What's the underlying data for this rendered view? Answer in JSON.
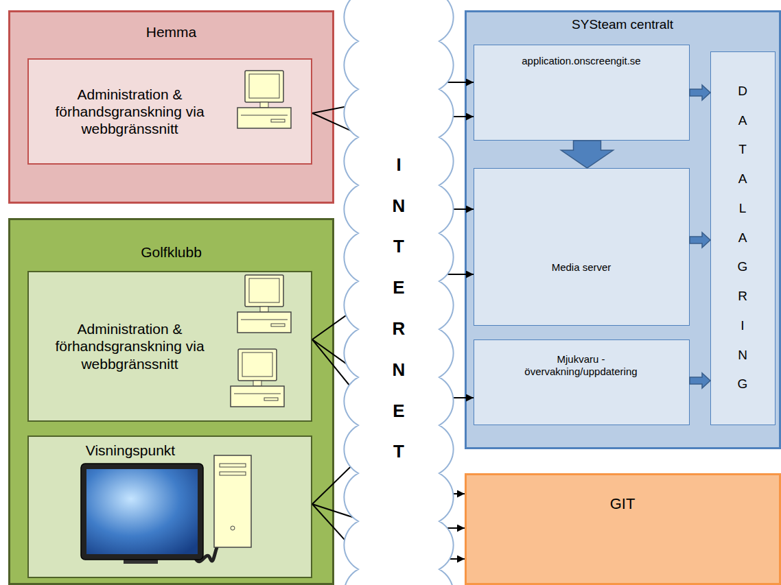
{
  "diagram": {
    "nodes": [
      {
        "text": [
          "Hemma"
        ]
      },
      {
        "text": [
          "Administration & förhandsgranskning via webbgränssnitt"
        ],
        "in": 0
      },
      {
        "text": [
          "Golfklubb"
        ]
      },
      {
        "text": [
          "Administration & förhandsgranskning via webbgränssnitt"
        ],
        "in": 2
      },
      {
        "text": [
          "Visningspunkt"
        ],
        "in": 2
      },
      {
        "text": [
          "INTERNET"
        ]
      },
      {
        "text": [
          "SYSteam centralt"
        ]
      },
      {
        "text": [
          "application.onscreengit.se"
        ],
        "in": 6
      },
      {
        "text": [
          "Media server"
        ],
        "in": 6
      },
      {
        "text": [
          "Mjukvaru - övervakning/uppdatering"
        ],
        "in": 6
      },
      {
        "text": [
          "DATALAGRING"
        ],
        "in": 6
      },
      {
        "text": [
          "GIT"
        ]
      }
    ],
    "edges": [
      {
        "from": 1,
        "to": 7,
        "arrow": "to"
      },
      {
        "from": 1,
        "to": 8,
        "arrow": "to"
      },
      {
        "from": 3,
        "to": 7,
        "arrow": "to"
      },
      {
        "from": 3,
        "to": 8,
        "arrow": "to"
      },
      {
        "from": 4,
        "to": 9,
        "arrow": "to"
      },
      {
        "from": 3,
        "to": 11,
        "arrow": "to"
      },
      {
        "from": 4,
        "to": 11,
        "arrow": "to"
      },
      {
        "from": 4,
        "to": 11,
        "arrow": "to"
      },
      {
        "from": 7,
        "to": 8,
        "arrow": "to"
      },
      {
        "from": 7,
        "to": 10,
        "arrow": "to"
      },
      {
        "from": 8,
        "to": 10,
        "arrow": "to"
      },
      {
        "from": 9,
        "to": 10,
        "arrow": "to"
      }
    ]
  }
}
